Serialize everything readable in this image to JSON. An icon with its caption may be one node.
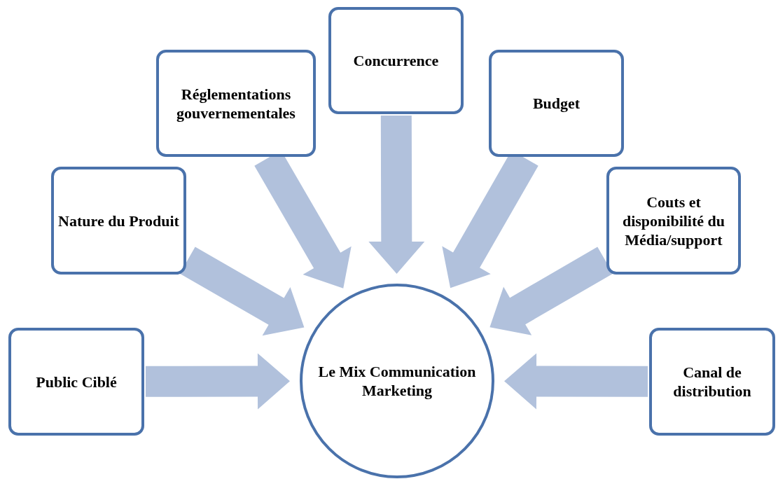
{
  "diagram": {
    "nodes": [
      {
        "text": [
          "Concurrence"
        ]
      },
      {
        "text": [
          "Réglementations gouvernementales"
        ]
      },
      {
        "text": [
          "Budget"
        ]
      },
      {
        "text": [
          "Nature du Produit"
        ]
      },
      {
        "text": [
          "Couts et disponibilité du Média/support"
        ]
      },
      {
        "text": [
          "Public Ciblé"
        ]
      },
      {
        "text": [
          "Canal de distribution"
        ]
      },
      {
        "text": [
          "Le Mix Communication Marketing"
        ]
      }
    ],
    "edges": [
      {
        "from": 0,
        "to": 7,
        "arrow": "to"
      },
      {
        "from": 1,
        "to": 7,
        "arrow": "to"
      },
      {
        "from": 2,
        "to": 7,
        "arrow": "to"
      },
      {
        "from": 3,
        "to": 7,
        "arrow": "to"
      },
      {
        "from": 4,
        "to": 7,
        "arrow": "to"
      },
      {
        "from": 5,
        "to": 7,
        "arrow": "to"
      },
      {
        "from": 6,
        "to": 7,
        "arrow": "to"
      }
    ]
  }
}
